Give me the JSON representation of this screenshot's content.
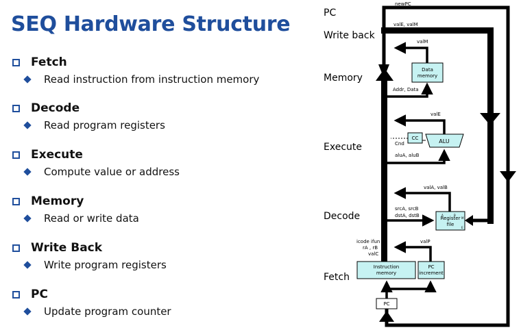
{
  "title": "SEQ Hardware Structure",
  "stages": [
    {
      "name": "Fetch",
      "desc": "Read instruction from instruction memory"
    },
    {
      "name": "Decode",
      "desc": "Read program registers"
    },
    {
      "name": "Execute",
      "desc": "Compute value or address"
    },
    {
      "name": "Memory",
      "desc": "Read or write data"
    },
    {
      "name": "Write Back",
      "desc": "Write program registers"
    },
    {
      "name": "PC",
      "desc": "Update program counter"
    }
  ],
  "diagram": {
    "row_labels": {
      "pc": "PC",
      "writeback": "Write back",
      "memory": "Memory",
      "execute": "Execute",
      "decode": "Decode",
      "fetch": "Fetch"
    },
    "boxes": {
      "data_memory": [
        "Data",
        "memory"
      ],
      "cc": "CC",
      "alu": "ALU",
      "register_file": [
        "Register",
        "file"
      ],
      "register_ports": [
        "A",
        "B",
        "M",
        "E"
      ],
      "instruction_memory": [
        "Instruction",
        "memory"
      ],
      "pc_increment": [
        "PC",
        "increment"
      ],
      "pc": "PC"
    },
    "signals": {
      "newpc": "newPC",
      "vale_valm": "valE, valM",
      "valm": "valM",
      "addr_data": "Addr, Data",
      "vale": "valE",
      "cnd": "Cnd",
      "alua_alub": "aluA, aluB",
      "vala_valb": "valA, valB",
      "srca_srcb": "srcA, srcB",
      "dsta_dstb": "dstA, dstB",
      "icode": [
        "icode ifun",
        "rA , rB",
        "valC"
      ],
      "valp": "valP"
    }
  },
  "colors": {
    "accent": "#1f4e9c",
    "box_fill": "#c6f2f2",
    "line": "#000000"
  }
}
